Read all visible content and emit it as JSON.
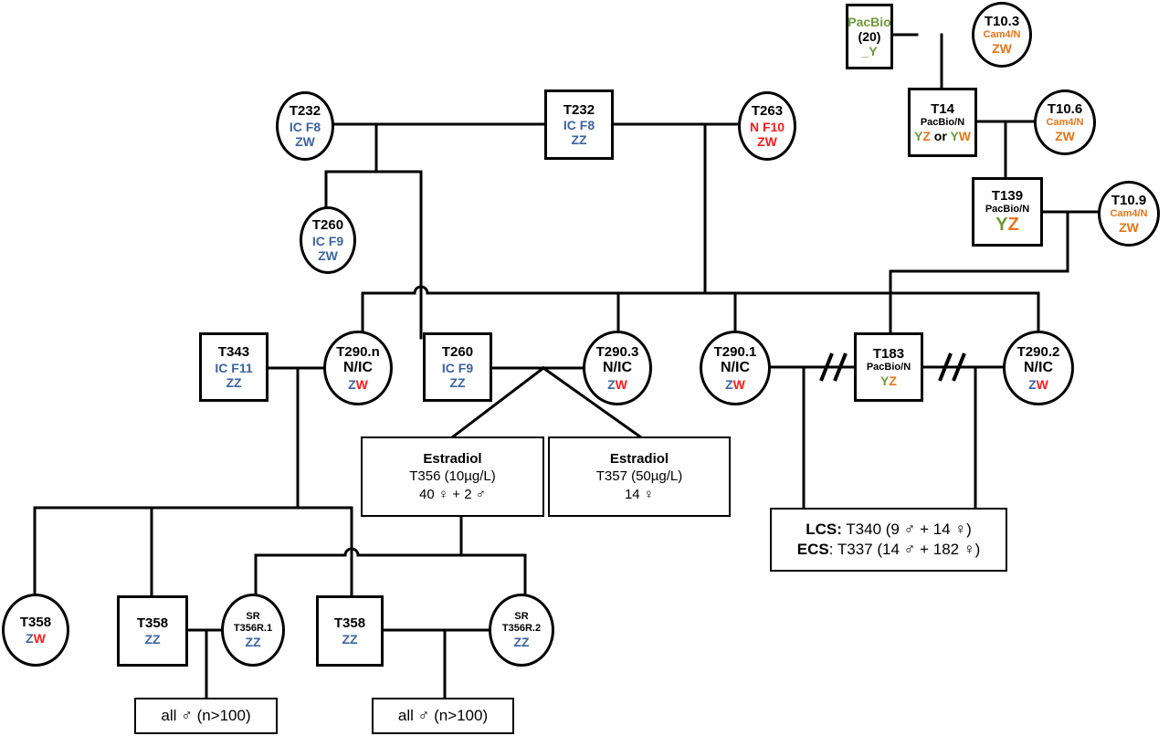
{
  "colors": {
    "blue": "#3b64a0",
    "red": "#ff1a1a",
    "orange": "#e87417",
    "green": "#6e9a3a",
    "black": "#000000"
  },
  "individuals": {
    "pacbio20": {
      "sex": "male",
      "lines": [
        {
          "text": "PacBio",
          "color": "green"
        },
        {
          "text": "(20)",
          "color": "black"
        },
        {
          "text": "_Y",
          "color": "green"
        }
      ]
    },
    "t10_3": {
      "sex": "female",
      "id": "T10.3",
      "strain": "Cam4/N",
      "genotype": [
        {
          "t": "ZW",
          "c": "orange"
        }
      ]
    },
    "t14": {
      "sex": "male",
      "id": "T14",
      "strain": "PacBio/N",
      "genotype": [
        {
          "t": "Y",
          "c": "green"
        },
        {
          "t": "Z",
          "c": "orange"
        },
        {
          "t": " or ",
          "c": "black"
        },
        {
          "t": "Y",
          "c": "green"
        },
        {
          "t": "W",
          "c": "orange"
        }
      ]
    },
    "t10_6": {
      "sex": "female",
      "id": "T10.6",
      "strain": "Cam4/N",
      "genotype": [
        {
          "t": "ZW",
          "c": "orange"
        }
      ]
    },
    "t139": {
      "sex": "male",
      "id": "T139",
      "strain": "PacBio/N",
      "genotype": [
        {
          "t": "Y",
          "c": "green"
        },
        {
          "t": "Z",
          "c": "orange"
        }
      ]
    },
    "t10_9": {
      "sex": "female",
      "id": "T10.9",
      "strain": "Cam4/N",
      "genotype": [
        {
          "t": "ZW",
          "c": "orange"
        }
      ]
    },
    "t232_f": {
      "sex": "female",
      "id": "T232",
      "strain": "IC F8",
      "strain_color": "blue",
      "genotype": [
        {
          "t": "ZW",
          "c": "blue"
        }
      ]
    },
    "t232_m": {
      "sex": "male",
      "id": "T232",
      "strain": "IC F8",
      "strain_color": "blue",
      "genotype": [
        {
          "t": "ZZ",
          "c": "blue"
        }
      ]
    },
    "t263": {
      "sex": "female",
      "id": "T263",
      "strain": "N F10",
      "strain_color": "red",
      "genotype": [
        {
          "t": "ZW",
          "c": "red"
        }
      ]
    },
    "t260_f": {
      "sex": "female",
      "id": "T260",
      "strain": "IC F9",
      "strain_color": "blue",
      "genotype": [
        {
          "t": "ZW",
          "c": "blue"
        }
      ]
    },
    "t343": {
      "sex": "male",
      "id": "T343",
      "strain": "IC F11",
      "strain_color": "blue",
      "genotype": [
        {
          "t": "ZZ",
          "c": "blue"
        }
      ]
    },
    "t290_n": {
      "sex": "female",
      "id": "T290.n",
      "strain": "N/IC",
      "strain_color": "black",
      "genotype": [
        {
          "t": "Z",
          "c": "blue"
        },
        {
          "t": "W",
          "c": "red"
        }
      ]
    },
    "t260_m": {
      "sex": "male",
      "id": "T260",
      "strain": "IC F9",
      "strain_color": "blue",
      "genotype": [
        {
          "t": "ZZ",
          "c": "blue"
        }
      ]
    },
    "t290_3": {
      "sex": "female",
      "id": "T290.3",
      "strain": "N/IC",
      "strain_color": "black",
      "genotype": [
        {
          "t": "Z",
          "c": "blue"
        },
        {
          "t": "W",
          "c": "red"
        }
      ]
    },
    "t290_1": {
      "sex": "female",
      "id": "T290.1",
      "strain": "N/IC",
      "strain_color": "black",
      "genotype": [
        {
          "t": "Z",
          "c": "blue"
        },
        {
          "t": "W",
          "c": "red"
        }
      ]
    },
    "t183": {
      "sex": "male",
      "id": "T183",
      "strain": "PacBio/N",
      "genotype": [
        {
          "t": "Y",
          "c": "green"
        },
        {
          "t": "Z",
          "c": "orange"
        }
      ]
    },
    "t290_2": {
      "sex": "female",
      "id": "T290.2",
      "strain": "N/IC",
      "strain_color": "black",
      "genotype": [
        {
          "t": "Z",
          "c": "blue"
        },
        {
          "t": "W",
          "c": "red"
        }
      ]
    },
    "t358_f": {
      "sex": "female",
      "id": "T358",
      "genotype": [
        {
          "t": "Z",
          "c": "blue"
        },
        {
          "t": "W",
          "c": "red"
        }
      ]
    },
    "t358_m1": {
      "sex": "male",
      "id": "T358",
      "genotype": [
        {
          "t": "ZZ",
          "c": "blue"
        }
      ]
    },
    "t356r1": {
      "sex": "female",
      "prefix": "SR",
      "id": "T356R.1",
      "genotype": [
        {
          "t": "ZZ",
          "c": "blue"
        }
      ]
    },
    "t358_m2": {
      "sex": "male",
      "id": "T358",
      "genotype": [
        {
          "t": "ZZ",
          "c": "blue"
        }
      ]
    },
    "t356r2": {
      "sex": "female",
      "prefix": "SR",
      "id": "T356R.2",
      "genotype": [
        {
          "t": "ZZ",
          "c": "blue"
        }
      ]
    }
  },
  "boxes": {
    "estradiol_10": {
      "title": "Estradiol",
      "line1": "T356 (10µg/L)",
      "line2": "40 ♀ + 2 ♂"
    },
    "estradiol_50": {
      "title": "Estradiol",
      "line1": "T357 (50µg/L)",
      "line2": "14 ♀"
    },
    "lcs_ecs": {
      "lcs_label": "LCS:",
      "lcs_text": " T340 (9 ♂ + 14 ♀)",
      "ecs_label": "ECS",
      "ecs_text": ": T337 (14 ♂ + 182 ♀)"
    },
    "all_males_1": {
      "text": "all ♂ (n>100)"
    },
    "all_males_2": {
      "text": "all ♂ (n>100)"
    }
  }
}
